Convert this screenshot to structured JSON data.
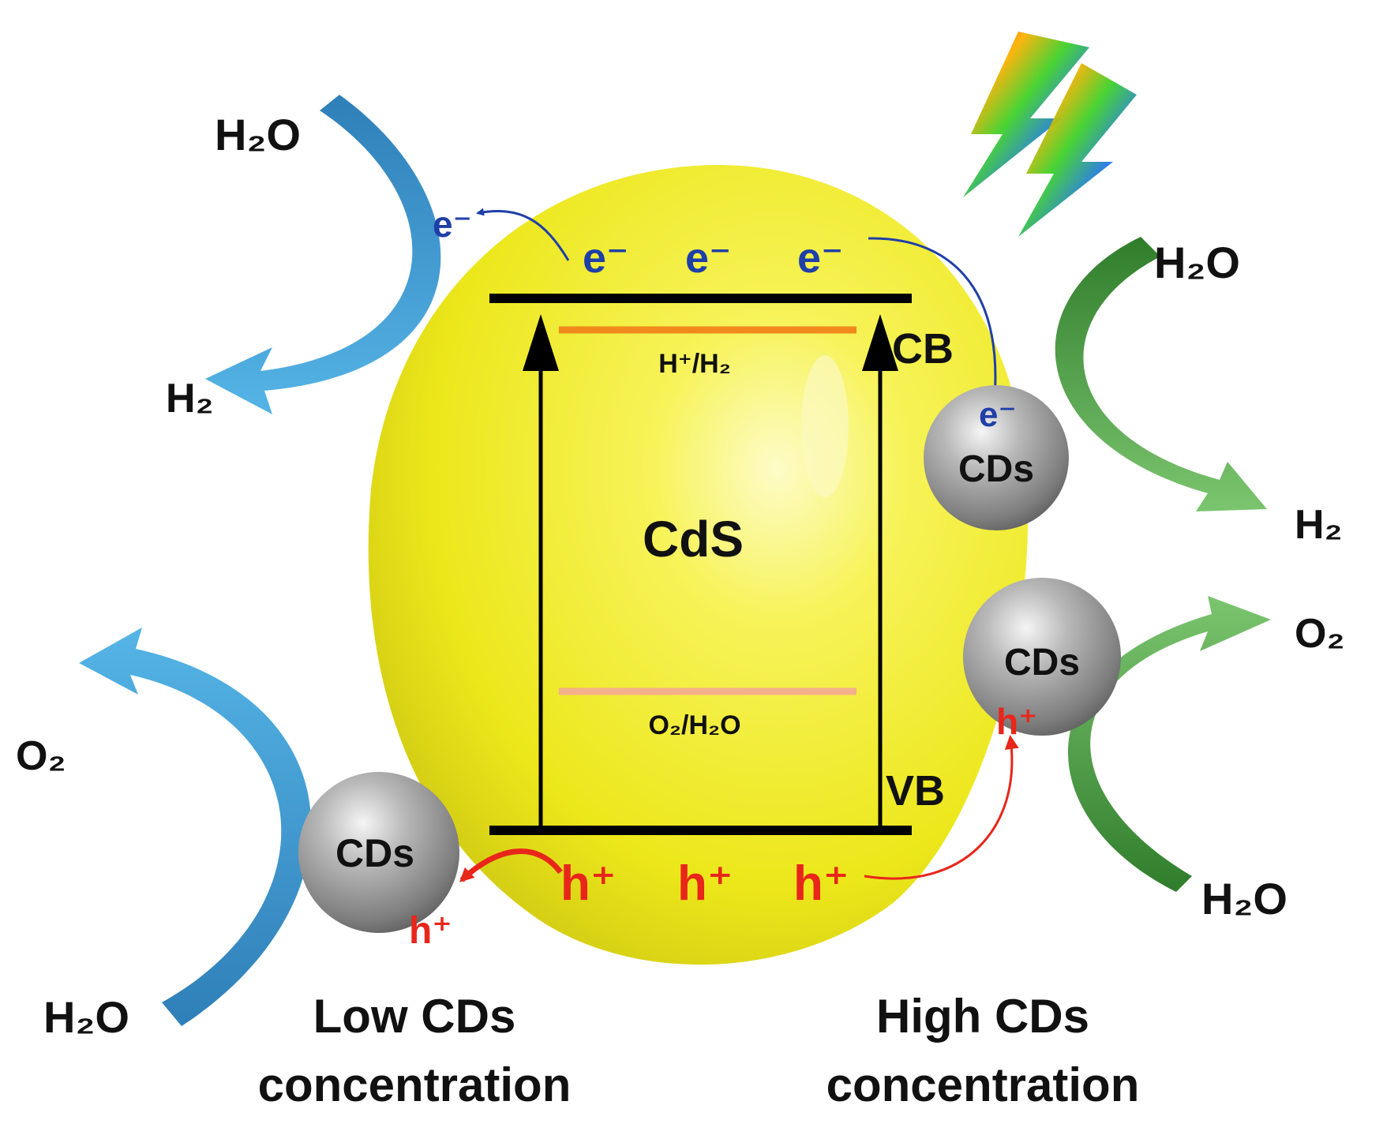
{
  "colors": {
    "particle_yellow": "#f0ec1a",
    "particle_highlight": "#fbfaa0",
    "electron_blue": "#1f3fa8",
    "hole_red": "#e8261a",
    "low_arrow_blue": "#3d9bd6",
    "high_arrow_green": "#4ea346",
    "cd_gray": "#8c8c8c",
    "h2_level_orange": "#f08a1c",
    "o2_level_peach": "#f4b08a"
  },
  "icons": [
    "lightning-bolt-icon"
  ],
  "labels": {
    "semiconductor": "CdS",
    "conduction_band": "CB",
    "valence_band": "VB",
    "h_level": "H⁺/H₂",
    "o_level": "O₂/H₂O",
    "electron": "e⁻",
    "hole": "h⁺",
    "carbon_dots": "CDs",
    "water": "H₂O",
    "hydrogen": "H₂",
    "oxygen": "O₂"
  },
  "captions": {
    "low": [
      "Low CDs",
      "concentration"
    ],
    "high": [
      "High CDs",
      "concentration"
    ]
  }
}
